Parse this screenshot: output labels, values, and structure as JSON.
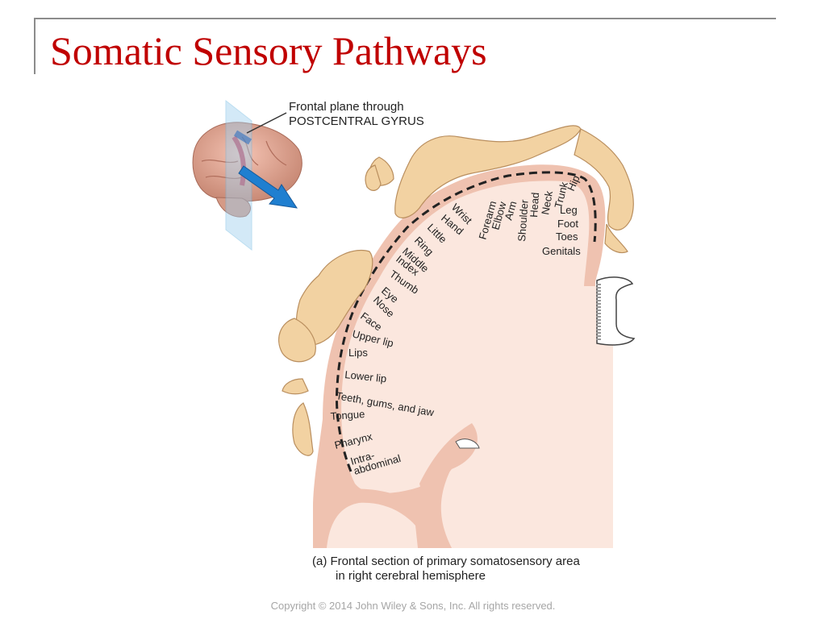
{
  "slide": {
    "title": "Somatic Sensory Pathways",
    "copyright": "Copyright © 2014 John Wiley & Sons, Inc. All rights reserved."
  },
  "diagram": {
    "inset_label_line1": "Frontal plane through",
    "inset_label_line2": "POSTCENTRAL GYRUS",
    "caption_line1": "(a) Frontal section of primary somatosensory area",
    "caption_line2": "in right cerebral hemisphere",
    "body_regions": [
      "Intra-",
      "abdominal",
      "Pharynx",
      "Tongue",
      "Teeth, gums, and jaw",
      "Lower lip",
      "Lips",
      "Upper lip",
      "Face",
      "Nose",
      "Eye",
      "Thumb",
      "Index",
      "Middle",
      "Ring",
      "Little",
      "Hand",
      "Wrist",
      "Forearm",
      "Elbow",
      "Arm",
      "Shoulder",
      "Head",
      "Neck",
      "Trunk",
      "Hip",
      "Leg",
      "Foot",
      "Toes",
      "Genitals"
    ],
    "colors": {
      "title": "#c00000",
      "cortex": "#efc2b0",
      "white_matter": "#fbe7de",
      "homunculus": "#f2d2a2",
      "arrow": "#1f7fd0"
    }
  }
}
